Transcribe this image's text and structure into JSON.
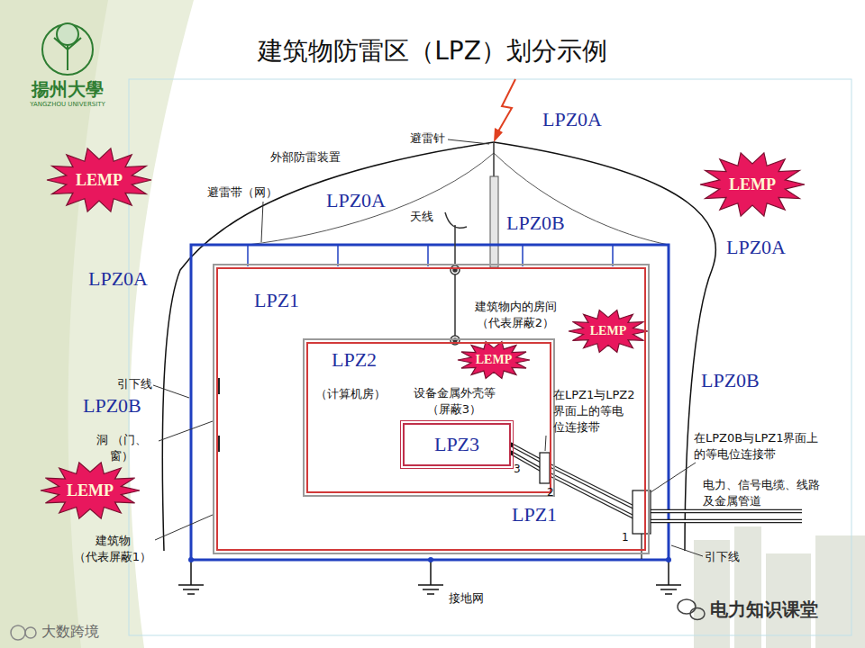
{
  "diagram": {
    "title": "建筑物防雷区（LPZ）划分示例",
    "nodes": [
      {
        "text": [
          "LPZ1",
          "LPZ1"
        ]
      },
      {
        "text": [
          "LPZ2",
          "（计算机房）"
        ],
        "in": 0
      },
      {
        "text": [
          "LPZ3"
        ],
        "in": 1
      }
    ],
    "labels": [
      "揚州大學",
      "YANGZHOU UNIVERSITY",
      "LPZ0A",
      "避雷针",
      "外部防雷装置",
      "LEMP",
      "LPZ0A",
      "LEMP",
      "天线",
      "避雷带（网）",
      "LPZ0B",
      "LPZ0A",
      "LPZ0A",
      "建筑物内的房间 （代表屏蔽2）",
      "LEMP",
      "LEMP",
      "设备金属外壳等 （屏蔽3）",
      "在LPZ1与LPZ2 界面上的等电 位连接带",
      "LPZ0B",
      "引下线",
      "LPZ0B",
      "洞 （门、窗）",
      "在LPZ0B与LPZ1界面上 的等电位连接带",
      "3",
      "LEMP",
      "2",
      "电力、信号电缆、线路 及金属管道",
      "1",
      "建筑物 （代表屏蔽1）",
      "引下线",
      "接地网",
      "电力知识课堂",
      "大数跨境"
    ]
  }
}
